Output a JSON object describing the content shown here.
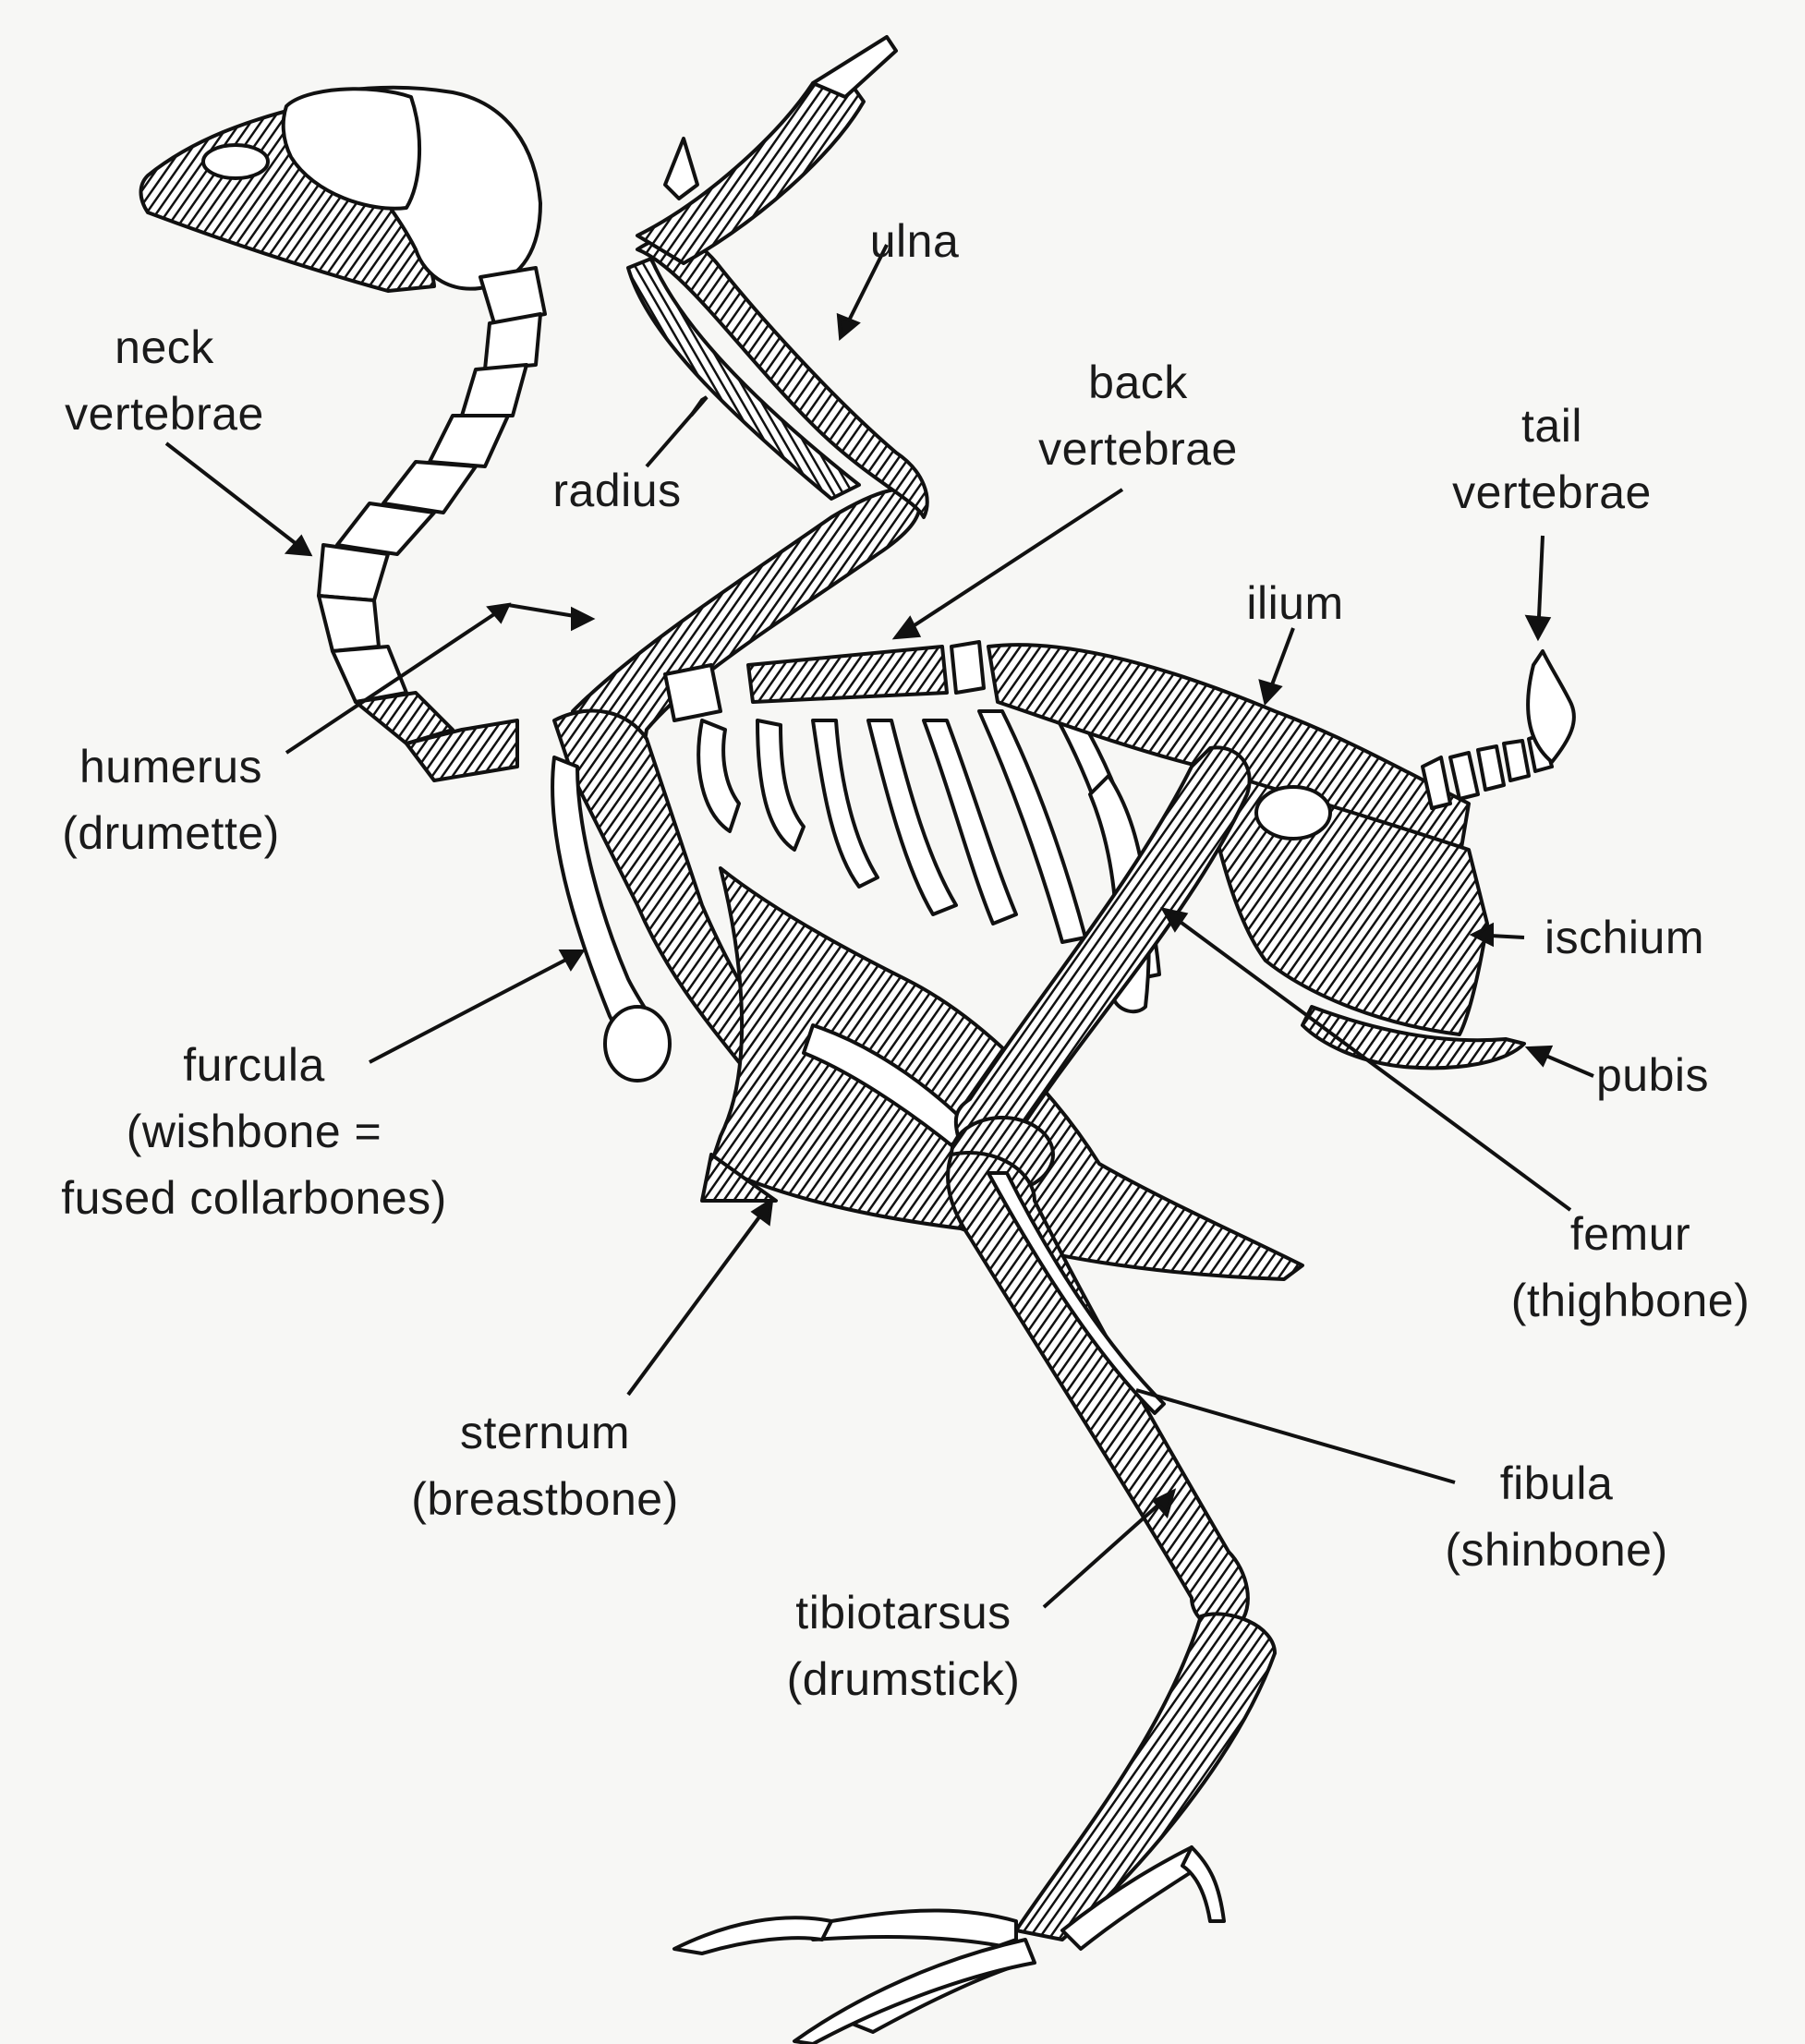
{
  "diagram": {
    "labels": {
      "neck_vertebrae": [
        "neck",
        "vertebrae"
      ],
      "ulna": [
        "ulna"
      ],
      "radius": [
        "radius"
      ],
      "back_vertebrae": [
        "back",
        "vertebrae"
      ],
      "tail_vertebrae": [
        "tail",
        "vertebrae"
      ],
      "ilium": [
        "ilium"
      ],
      "humerus": [
        "humerus",
        "(drumette)"
      ],
      "ischium": [
        "ischium"
      ],
      "furcula": [
        "furcula",
        "(wishbone =",
        "fused collarbones)"
      ],
      "pubis": [
        "pubis"
      ],
      "femur": [
        "femur",
        "(thighbone)"
      ],
      "sternum": [
        "sternum",
        "(breastbone)"
      ],
      "fibula": [
        "fibula",
        "(shinbone)"
      ],
      "tibiotarsus": [
        "tibiotarsus",
        "(drumstick)"
      ]
    }
  }
}
